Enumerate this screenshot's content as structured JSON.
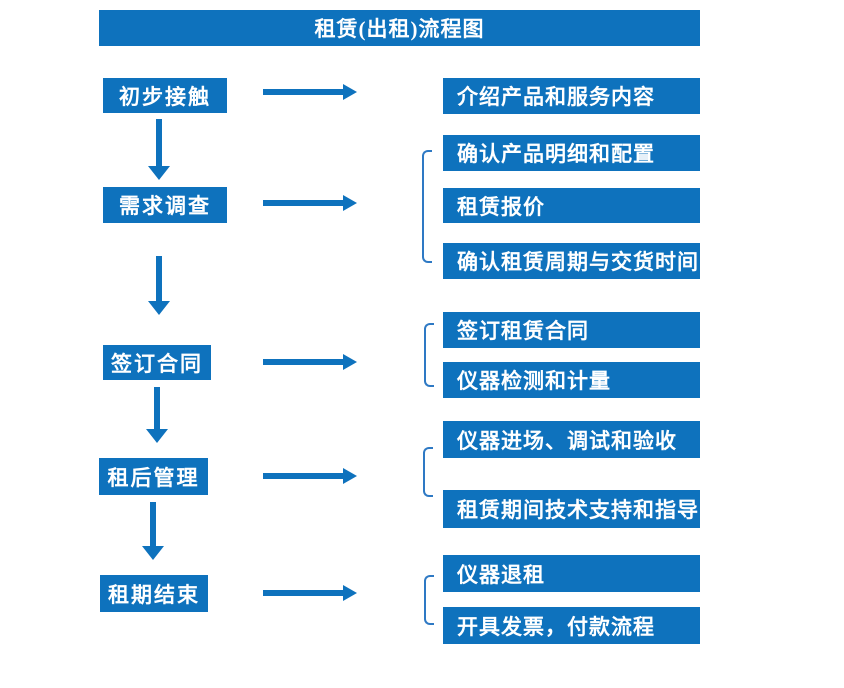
{
  "title": "租赁(出租)流程图",
  "colors": {
    "accent": "#0E72BD",
    "bracket": "#2E79C4",
    "text": "#FFFFFF",
    "background": "#FFFFFF"
  },
  "rows": [
    {
      "step": "初步接触",
      "details": [
        "介绍产品和服务内容"
      ]
    },
    {
      "step": "需求调查",
      "details": [
        "确认产品明细和配置",
        "租赁报价",
        "确认租赁周期与交货时间"
      ]
    },
    {
      "step": "签订合同",
      "details": [
        "签订租赁合同",
        "仪器检测和计量"
      ]
    },
    {
      "step": "租后管理",
      "details": [
        "仪器进场、调试和验收",
        "租赁期间技术支持和指导"
      ]
    },
    {
      "step": "租期结束",
      "details": [
        "仪器退租",
        "开具发票，付款流程"
      ]
    }
  ]
}
